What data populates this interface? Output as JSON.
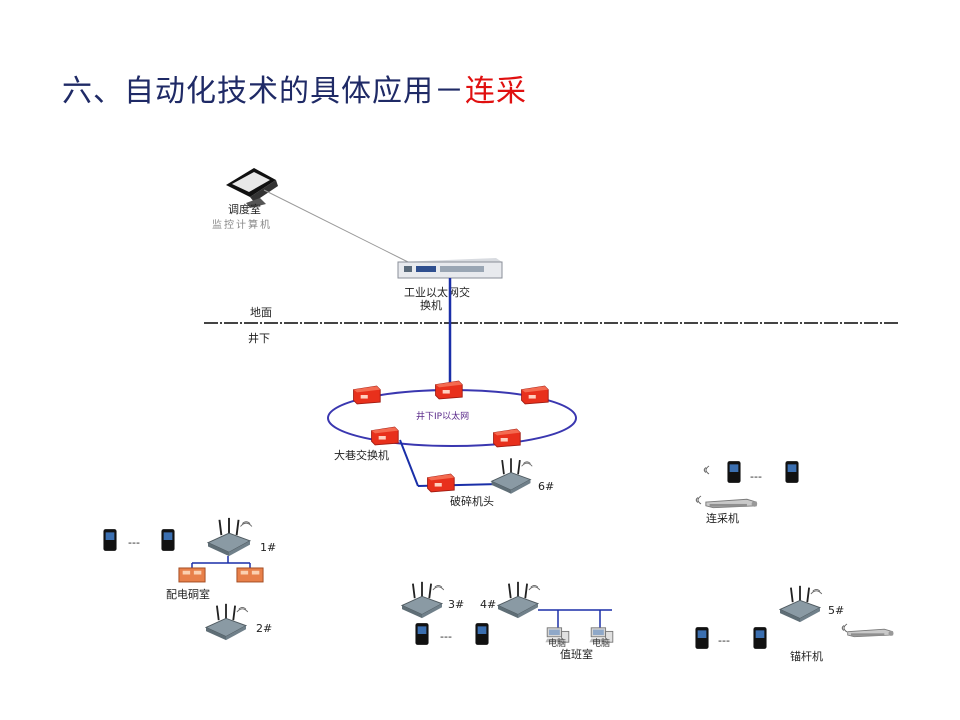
{
  "title": {
    "main": "六、自动化技术的具体应用－",
    "highlight": "连采"
  },
  "colors": {
    "title": "#1f2a66",
    "highlight": "#e01010",
    "network_line": "#1a2fa8",
    "switch_red": "#e8301c",
    "ring": "#3a37b0"
  },
  "labels": {
    "dispatch_room": "调度室",
    "monitor_pc": "监控计算机",
    "industrial_switch_l1": "工业以太网交",
    "industrial_switch_l2": "换机",
    "surface": "地面",
    "underground": "井下",
    "ring_network": "井下IP以太网",
    "roadway_switch": "大巷交换机",
    "crusher_head": "破碎机头",
    "continuous_miner": "连采机",
    "power_room": "配电硐室",
    "duty_room": "值班室",
    "bolter": "锚杆机",
    "duty_pc_1": "电脑",
    "duty_pc_2": "电脑",
    "dots": "---"
  },
  "nodes": {
    "n1": "1#",
    "n2": "2#",
    "n3": "3#",
    "n4": "4#",
    "n5": "5#",
    "n6": "6#"
  },
  "icons": {
    "monitor": "monitor-icon",
    "switch": "network-switch-icon",
    "red_switch": "ring-switch-icon",
    "access_point": "wireless-access-point-icon",
    "phone": "wireless-phone-icon",
    "machine": "mining-machine-icon"
  }
}
